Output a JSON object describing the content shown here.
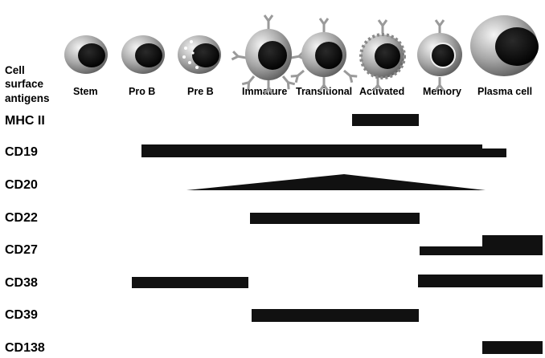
{
  "header_label": [
    "Cell",
    "surface",
    "antigens"
  ],
  "stages": [
    {
      "label": "Stem",
      "icon": "stem-cell-icon"
    },
    {
      "label": "Pro B",
      "icon": "pro-b-cell-icon"
    },
    {
      "label": "Pre B",
      "icon": "pre-b-cell-icon"
    },
    {
      "label": "Immature",
      "icon": "immature-b-cell-icon"
    },
    {
      "label": "Transitional",
      "icon": "transitional-b-cell-icon"
    },
    {
      "label": "Activated",
      "icon": "activated-b-cell-icon"
    },
    {
      "label": "Memory",
      "icon": "memory-b-cell-icon"
    },
    {
      "label": "Plasma cell",
      "icon": "plasma-cell-icon"
    }
  ],
  "antigens": [
    {
      "name": "MHC II"
    },
    {
      "name": "CD19"
    },
    {
      "name": "CD20"
    },
    {
      "name": "CD22"
    },
    {
      "name": "CD27"
    },
    {
      "name": "CD38"
    },
    {
      "name": "CD39"
    },
    {
      "name": "CD138"
    }
  ],
  "colors": {
    "bar": "#111111",
    "cell_body": "#8f8f8f",
    "nucleus": "#050505",
    "receptor": "#9a9a9a"
  }
}
